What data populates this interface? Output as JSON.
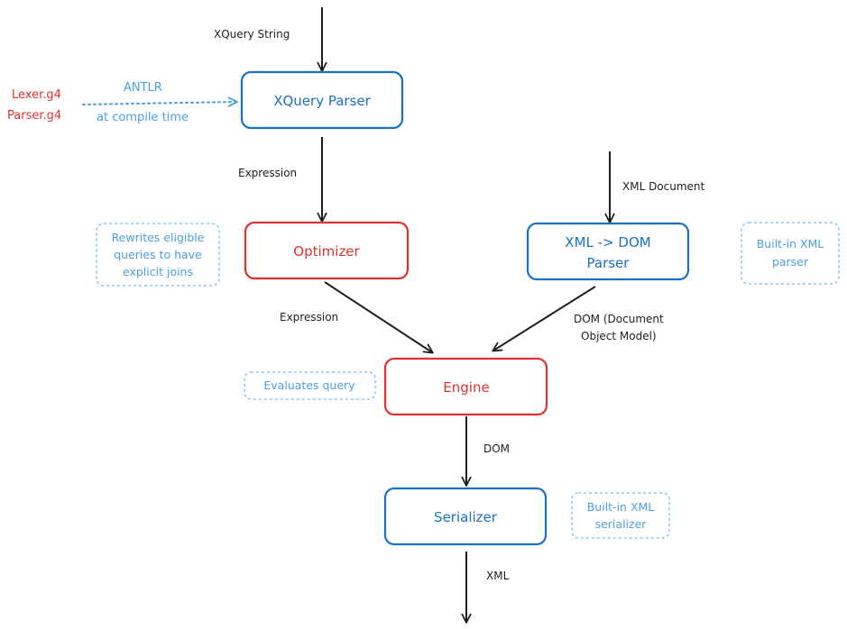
{
  "colors": {
    "blue_stroke": "#1971c2",
    "red_stroke": "#e03131",
    "note_stroke": "#74b9f0",
    "note_text": "#4a9fe0",
    "edge": "#1e1e1e"
  },
  "nodes": {
    "xquery_parser": "XQuery Parser",
    "optimizer": "Optimizer",
    "xml_dom_parser_line1": "XML -> DOM",
    "xml_dom_parser_line2": "Parser",
    "engine": "Engine",
    "serializer": "Serializer"
  },
  "edges": {
    "xquery_string": "XQuery String",
    "expression_1": "Expression",
    "xml_document": "XML Document",
    "expression_2": "Expression",
    "dom_line1": "DOM (Document",
    "dom_line2": "Object Model)",
    "dom": "DOM",
    "xml": "XML"
  },
  "grammar": {
    "lexer": "Lexer.g4",
    "parser": "Parser.g4",
    "antlr": "ANTLR",
    "compile_time": "at compile time"
  },
  "notes": {
    "optimizer_line1": "Rewrites eligible",
    "optimizer_line2": "queries to have",
    "optimizer_line3": "explicit joins",
    "xml_parser_line1": "Built-in XML",
    "xml_parser_line2": "parser",
    "engine": "Evaluates query",
    "serializer_line1": "Built-in XML",
    "serializer_line2": "serializer"
  }
}
